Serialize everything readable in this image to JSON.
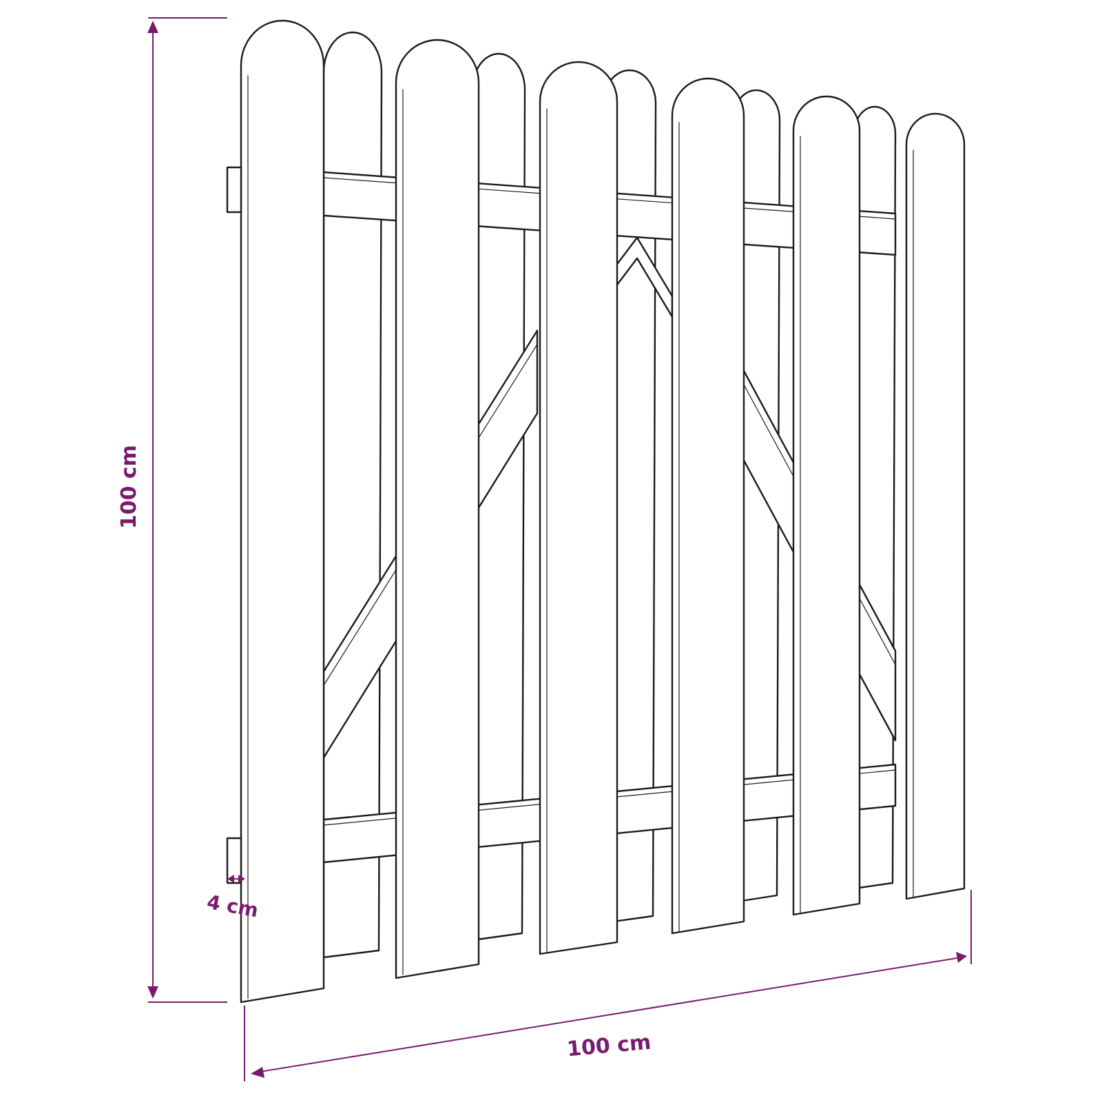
{
  "dimensions": {
    "height_label": "100 cm",
    "width_label": "100 cm",
    "thickness_label": "4 cm"
  },
  "colors": {
    "dimension": "#7a1a6e",
    "outline": "#1a1a1a",
    "fill": "#ffffff"
  }
}
